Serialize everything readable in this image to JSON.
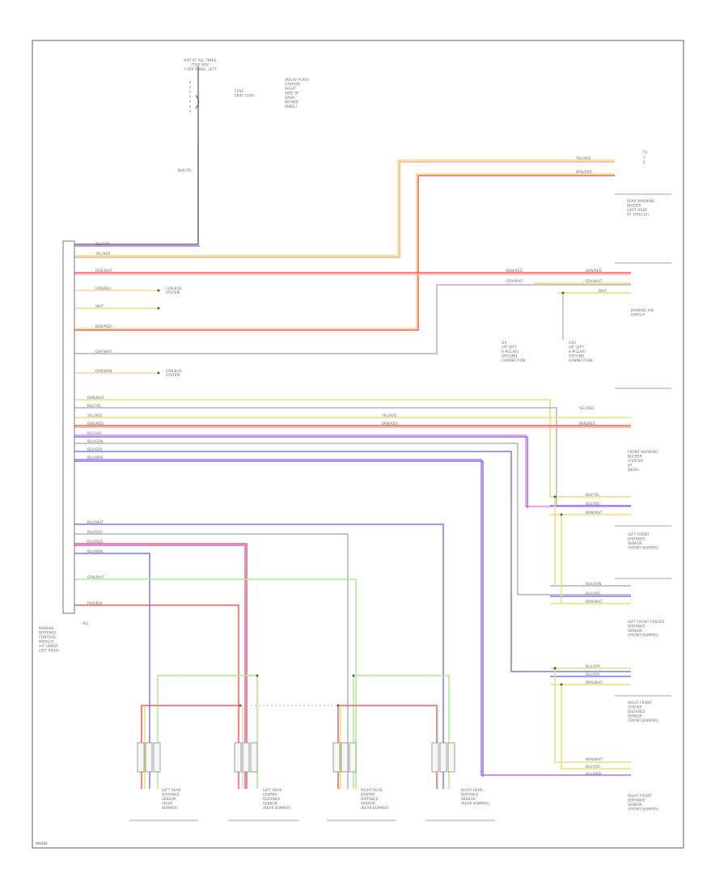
{
  "colors": {
    "frame": "#777777",
    "red": "#ff5a5a",
    "yellow": "#e6e277",
    "orange": "#ffa98a",
    "green": "#a9ee8f",
    "violet": "#b070e8",
    "blue": "#7a7aff",
    "grey": "#b4b4b4",
    "black": "#555555"
  },
  "labels": {
    "fuse_box": [
      "HOT AT ALL TIMES",
      "FUSE BOX",
      "FUSE PANEL, LEFT"
    ],
    "fuse_name": [
      "FUSE",
      "SB45 (10A)"
    ],
    "fuse_note": [
      "(RELAY PLATE",
      "CARRIER",
      "RIGHT",
      "SIDE OF",
      "DASH",
      "BEHIND",
      "PANEL)"
    ],
    "fuse_wire": "BLK/YEL",
    "harness_in": [
      "BLK/VIO",
      "YEL/RED",
      "RED/WHT",
      "ORN/BLU",
      "WHT",
      "BRN/RED",
      "GRY/WHT",
      "ORN/BRN"
    ],
    "fwd_a": [
      "CAN-BUS",
      "SYSTEM"
    ],
    "fwd_b": [
      "CAN-BUS",
      "SYSTEM"
    ],
    "rear_harness": [
      "BRN/WHT",
      "BLU/YEL",
      "YEL/RED",
      "BRN/RED",
      "BLU/VIO",
      "BLU/GRN",
      "BLU/GRY",
      "BLU/BRN"
    ],
    "rear_sensor_wires": [
      "BLU/WHT",
      "BLU/GRY",
      "BLU/RED",
      "BLU/BRN",
      "GRN/WHT",
      "RED/BLK"
    ],
    "park_module": [
      "PARKING",
      "DISTANCE",
      "CONTROL",
      "MODULE",
      "(AT LOWER",
      "LEFT REAR)"
    ],
    "ground_label": "W2",
    "top_spk": [
      "YEL/RED",
      "BRN/RED"
    ],
    "spk_conn_top": [
      "T2",
      "1",
      "2"
    ],
    "spk_desc_top": [
      "REAR WARNING",
      "BUZZER",
      "(LEFT REAR",
      "OF VEHICLE)"
    ],
    "right_wires": [
      "BRN/RED",
      "GRY/WHT",
      "WHT"
    ],
    "switch_desc": [
      "PARKING AID",
      "SWITCH"
    ],
    "ground_desc_a": [
      "G9",
      "(AT LEFT",
      "A-PILLAR)",
      "GROUND",
      "CONNECTION"
    ],
    "ground_desc_b": [
      "G10",
      "(AT LEFT",
      "A-PILLAR)",
      "GROUND",
      "CONNECTION"
    ],
    "mid_spk": [
      "YEL/RED",
      "BRN/RED"
    ],
    "spk_desc_mid": [
      "FRONT WARNING",
      "BUZZER",
      "(CENTER",
      "OF",
      "DASH)"
    ],
    "s1_wires": [
      "BLU/YEL",
      "BLU/VIO",
      "BRN/WHT"
    ],
    "s1_desc": [
      "LEFT FRONT",
      "DISTANCE",
      "SENSOR",
      "(FRONT BUMPER)"
    ],
    "s2_wires": [
      "BLU/GRN",
      "BLU/VIO",
      "BRN/WHT"
    ],
    "s2_desc": [
      "LEFT FRONT CENTER",
      "DISTANCE",
      "SENSOR",
      "(FRONT BUMPER)"
    ],
    "s3_wires": [
      "BLU/GRY",
      "BLU/VIO",
      "BRN/WHT"
    ],
    "s3_desc": [
      "RIGHT FRONT",
      "CENTER",
      "DISTANCE",
      "SENSOR",
      "(FRONT BUMPER)"
    ],
    "s4_wires": [
      "BRN/WHT",
      "BLU/VIO",
      "BLU/BRN"
    ],
    "s4_desc": [
      "RIGHT FRONT",
      "DISTANCE",
      "SENSOR",
      "(FRONT BUMPER)"
    ],
    "bottom_sensors": [
      [
        "LEFT REAR",
        "DISTANCE",
        "SENSOR",
        "(REAR",
        "BUMPER)"
      ],
      [
        "LEFT REAR",
        "CENTER",
        "DISTANCE",
        "SENSOR",
        "(REAR BUMPER)"
      ],
      [
        "RIGHT REAR",
        "CENTER",
        "DISTANCE",
        "SENSOR",
        "(REAR BUMPER)"
      ],
      [
        "RIGHT REAR",
        "DISTANCE",
        "SENSOR",
        "(REAR BUMPER)"
      ]
    ],
    "footer_id": "W0084"
  }
}
